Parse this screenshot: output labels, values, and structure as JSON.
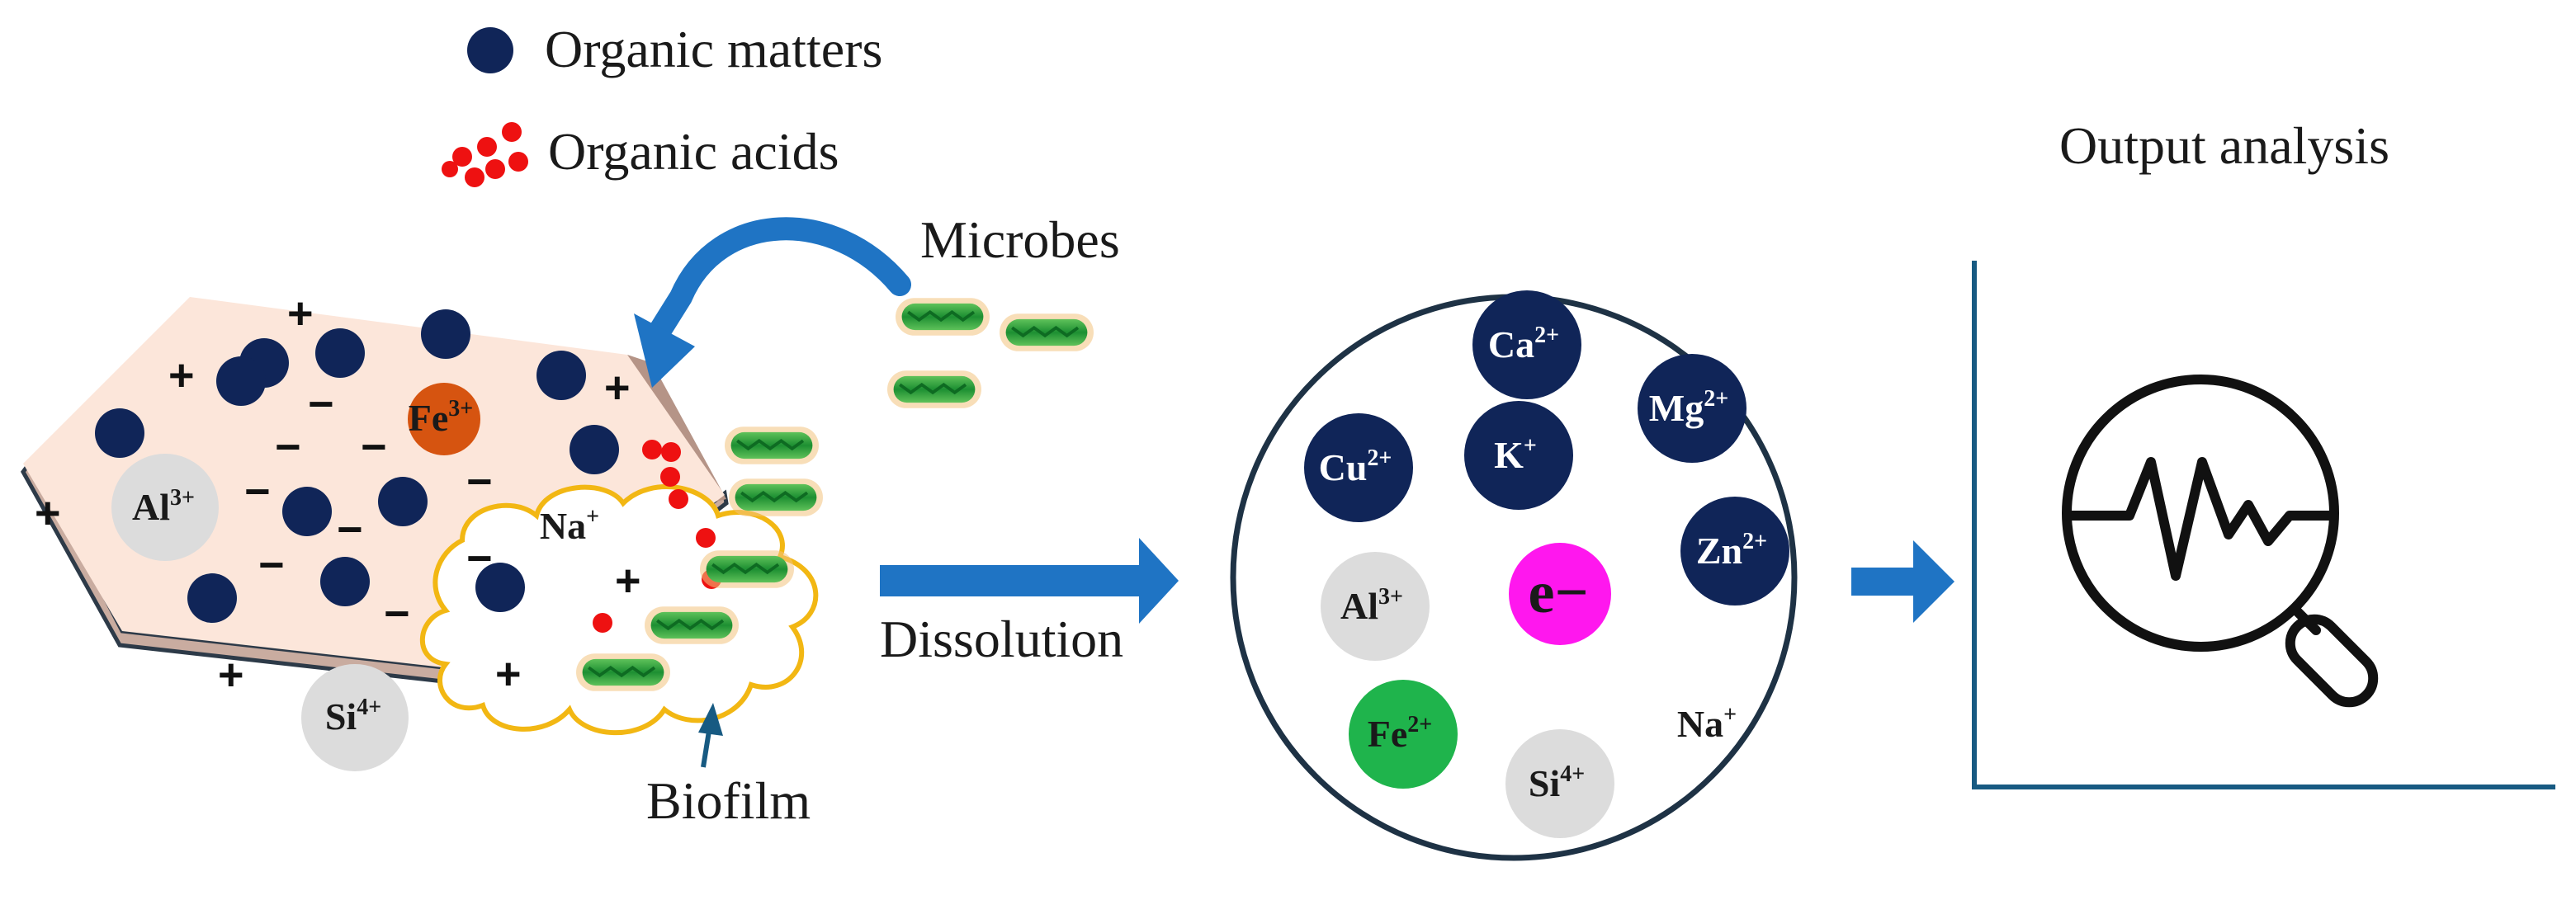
{
  "legend": {
    "organic_matters": "Organic matters",
    "organic_acids": "Organic acids"
  },
  "labels": {
    "microbes": "Microbes",
    "biofilm": "Biofilm",
    "dissolution": "Dissolution",
    "output_analysis": "Output analysis"
  },
  "mineral_ions": [
    {
      "base": "Fe",
      "charge": "3+",
      "style": "orange"
    },
    {
      "base": "Al",
      "charge": "3+",
      "style": "grey"
    },
    {
      "base": "Na",
      "charge": "+",
      "style": "plain"
    },
    {
      "base": "Si",
      "charge": "4+",
      "style": "grey"
    }
  ],
  "solution_ions": [
    {
      "base": "Ca",
      "charge": "2+",
      "style": "navy"
    },
    {
      "base": "Mg",
      "charge": "2+",
      "style": "navy"
    },
    {
      "base": "K",
      "charge": "+",
      "style": "navy"
    },
    {
      "base": "Cu",
      "charge": "2+",
      "style": "navy"
    },
    {
      "base": "Zn",
      "charge": "2+",
      "style": "navy"
    },
    {
      "base": "e−",
      "charge": "",
      "style": "magenta"
    },
    {
      "base": "Al",
      "charge": "3+",
      "style": "grey"
    },
    {
      "base": "Fe",
      "charge": "2+",
      "style": "green"
    },
    {
      "base": "Na",
      "charge": "+",
      "style": "plain"
    },
    {
      "base": "Si",
      "charge": "4+",
      "style": "grey"
    }
  ],
  "signs": {
    "plus": "+",
    "minus": "−"
  },
  "colors": {
    "organic_matter": "#102558",
    "organic_acid": "#ee1111",
    "mineral_face": "#fce6da",
    "mineral_edge": "#c9aca0",
    "mineral_outline": "#2d3a48",
    "iron3": "#d65410",
    "grey_ion": "#dcdcdc",
    "iron2": "#1fb44c",
    "electron": "#ff17ee",
    "arrow_blue": "#1f74c4",
    "biofilm_outline": "#f2b713",
    "analysis_axes": "#175a82",
    "microbe_green": "#1d9a37",
    "microbe_fringe": "#e8a24a"
  },
  "icons": [
    "magnifier-waveform-icon",
    "curved-arrow-icon",
    "microbe-icon"
  ]
}
